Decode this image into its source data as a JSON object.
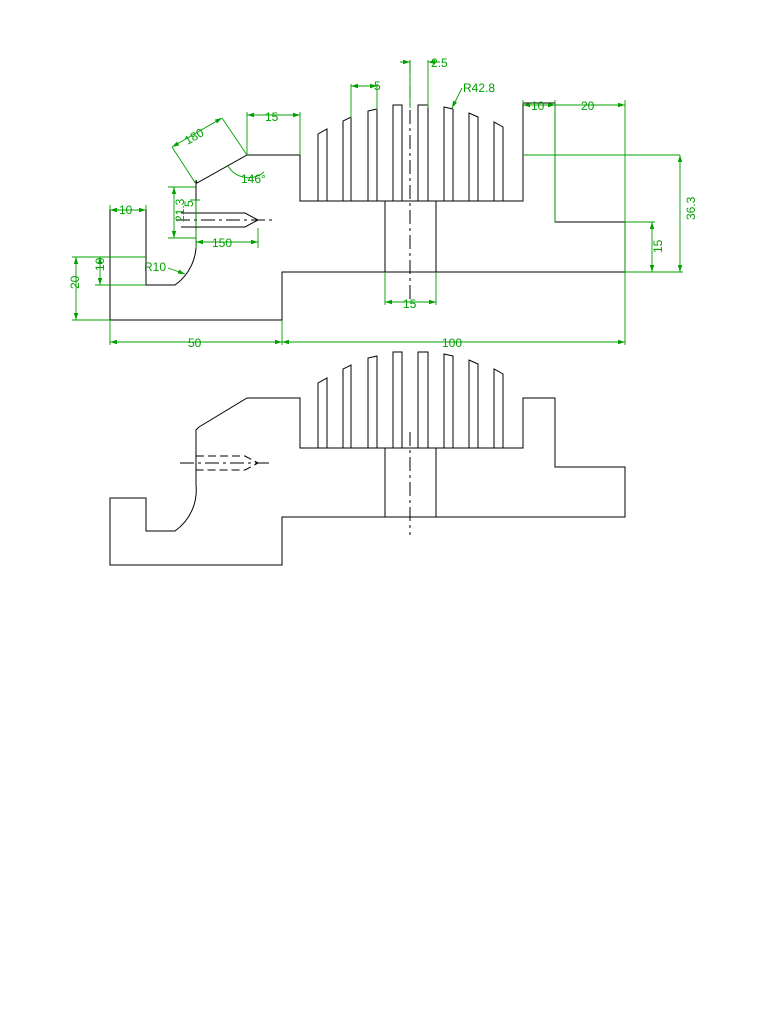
{
  "colors": {
    "background": "#ffffff",
    "object_lines": "#000000",
    "dimension_lines": "#00a000"
  },
  "dimensions": {
    "fin_spacing": "2.5",
    "fin_width": "5",
    "arc_radius": "R42.8",
    "chamfer_length": "180",
    "step_width": "15",
    "chamfer_angle": "146°",
    "right_notch": "10",
    "right_block_width": "20",
    "slot_height": "21.3",
    "slot_width": "5",
    "slot_depth": "150",
    "left_lip_width": "10",
    "fillet_radius": "R10",
    "lip_depth": "10",
    "base_left_height": "20",
    "right_overall_height": "36.3",
    "right_step_height": "15",
    "center_bore_width": "15",
    "base_left_length": "50",
    "base_right_length": "100"
  }
}
